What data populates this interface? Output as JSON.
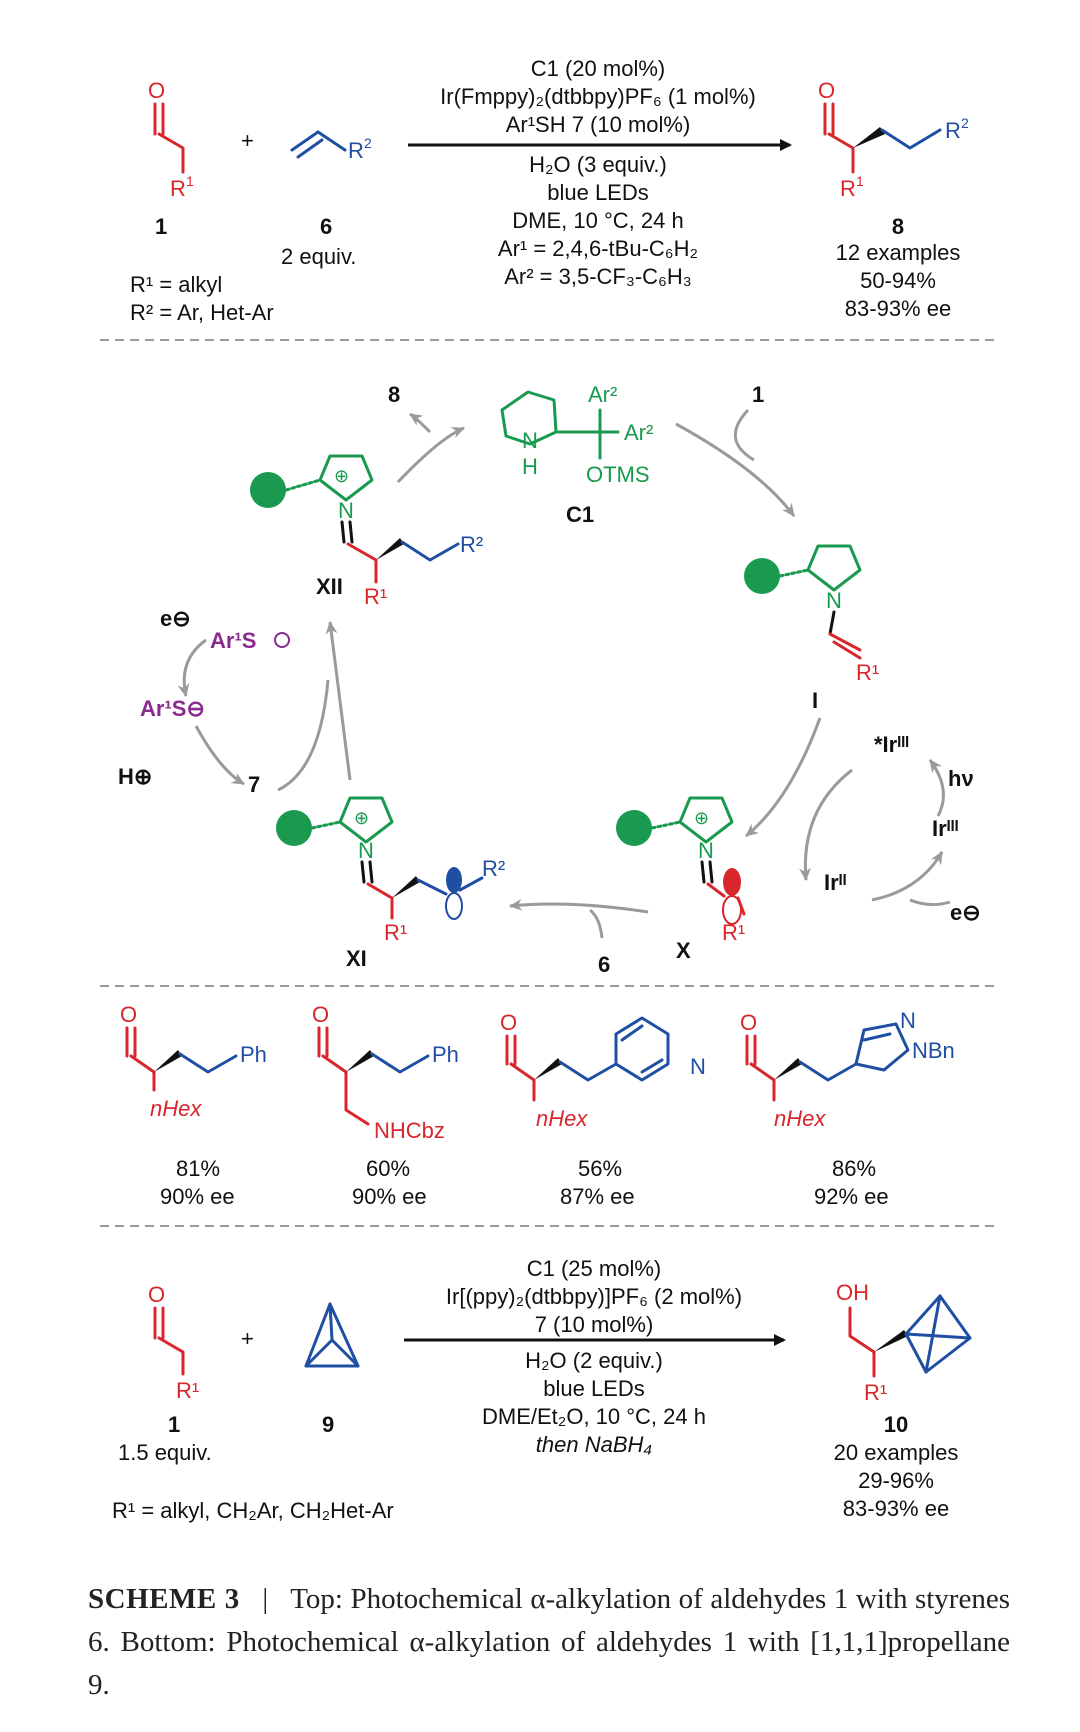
{
  "top": {
    "compound_1": "1",
    "plus": "+",
    "r2_label": "R",
    "r1_label": "R",
    "sup1": "1",
    "sup2": "2",
    "compound_6": "6",
    "six_equiv": "2 equiv.",
    "r1_def": "R¹ = alkyl",
    "r2_def": "R² = Ar, Het-Ar",
    "cond_1": "C1 (20 mol%)",
    "cond_2": "Ir(Fmppy)₂(dtbbpy)PF₆ (1 mol%)",
    "cond_3": "Ar¹SH 7 (10 mol%)",
    "cond_4": "H₂O (3 equiv.)",
    "cond_5": "blue LEDs",
    "cond_6": "DME, 10 °C, 24 h",
    "cond_7": "Ar¹ = 2,4,6-tBu-C₆H₂",
    "cond_8": "Ar² = 3,5-CF₃-C₆H₃",
    "product_8": "8",
    "examples": "12 examples",
    "yield": "50-94%",
    "ee": "83-93% ee"
  },
  "cycle": {
    "C1": "C1",
    "ar2": "Ar²",
    "otms": "OTMS",
    "n_h": "N",
    "h": "H",
    "n": "N",
    "label_8": "8",
    "label_1": "1",
    "label_I": "I",
    "label_X": "X",
    "label_XI": "XI",
    "label_XII": "XII",
    "label_6": "6",
    "label_7": "7",
    "r1": "R¹",
    "r2": "R²",
    "e_minus": "e⊖",
    "ar1s_radical": "Ar¹S",
    "ar1s_anion": "Ar¹S⊖",
    "h_plus": "H⊕",
    "ir3_star": "*Irᴵᴵᴵ",
    "ir3": "Irᴵᴵᴵ",
    "ir2": "Irᴵᴵ",
    "hv": "hν",
    "e_minus_2": "e⊖"
  },
  "examples": [
    {
      "group": "Ph",
      "chain": "nHex",
      "yield": "81%",
      "ee": "90% ee"
    },
    {
      "group": "Ph",
      "chain": "NHCbz",
      "yield": "60%",
      "ee": "90% ee"
    },
    {
      "group": "N",
      "chain": "nHex",
      "yield": "56%",
      "ee": "87% ee"
    },
    {
      "group": "NBn",
      "group2": "N",
      "chain": "nHex",
      "yield": "86%",
      "ee": "92% ee"
    }
  ],
  "bottom": {
    "compound_1": "1",
    "one_equiv": "1.5 equiv.",
    "plus": "+",
    "compound_9": "9",
    "r1_def": "R¹ = alkyl, CH₂Ar, CH₂Het-Ar",
    "cond_1": "C1 (25 mol%)",
    "cond_2": "Ir[(ppy)₂(dtbbpy)]PF₆ (2 mol%)",
    "cond_3": "7 (10 mol%)",
    "cond_4": "H₂O (2 equiv.)",
    "cond_5": "blue LEDs",
    "cond_6": "DME/Et₂O, 10 °C, 24 h",
    "cond_7": "then NaBH₄",
    "oh": "OH",
    "r1": "R¹",
    "product_10": "10",
    "examples": "20 examples",
    "yield": "29-96%",
    "ee": "83-93% ee"
  },
  "caption": {
    "label": "SCHEME 3",
    "sep": "|",
    "text": "Top: Photochemical α-alkylation of aldehydes 1 with styrenes 6. Bottom: Photochemical α-alkylation of aldehydes 1 with [1,1,1]propellane 9."
  },
  "colors": {
    "red": "#d8262c",
    "blue": "#1f4fa3",
    "green": "#1a9a4f",
    "purple": "#8a2a8f",
    "arrow_gray": "#9a9a9a"
  }
}
